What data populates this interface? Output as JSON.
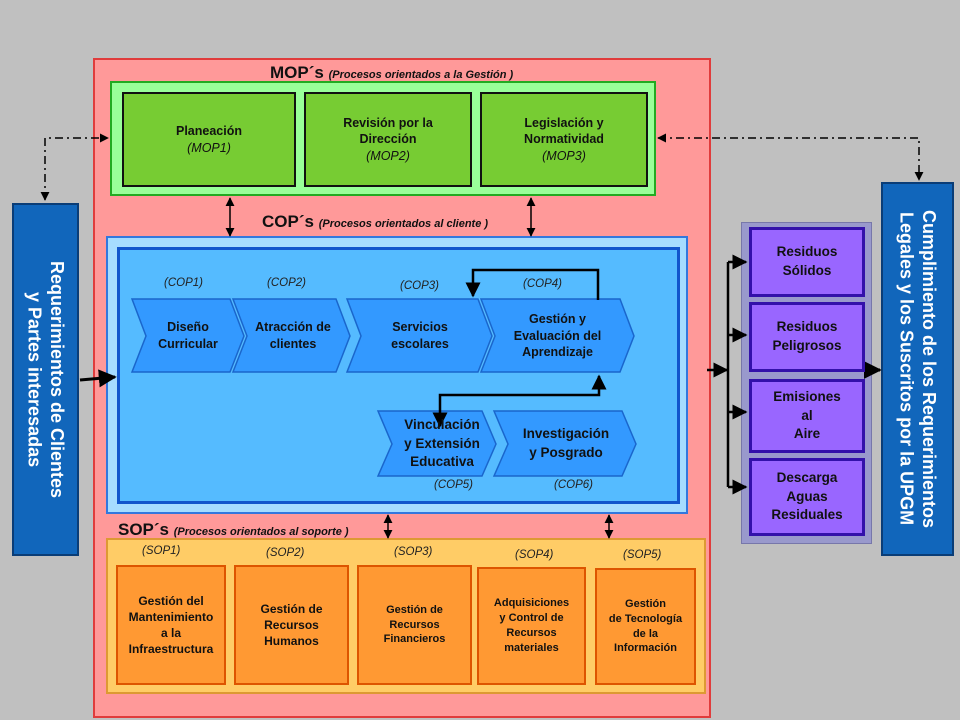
{
  "left_box": {
    "text": "Requerimientos  de Clientes\ny Partes interesadas"
  },
  "right_box": {
    "text": "Cumplimiento de los Requerimientos\nLegales y los Suscritos por la UPGM"
  },
  "mop": {
    "title": "MOP´s",
    "subtitle": "(Procesos orientados a la Gestión )",
    "boxes": [
      {
        "label": "Planeación",
        "code": "(MOP1)"
      },
      {
        "label": "Revisión por la\nDirección",
        "code": "(MOP2)"
      },
      {
        "label": "Legislación y\nNormatividad",
        "code": "(MOP3)"
      }
    ]
  },
  "cop": {
    "title": "COP´s",
    "subtitle": "(Procesos orientados al cliente )",
    "processes": [
      {
        "label": "Diseño\nCurricular",
        "code": "(COP1)"
      },
      {
        "label": "Atracción de\nclientes",
        "code": "(COP2)"
      },
      {
        "label": "Servicios\nescolares",
        "code": "(COP3)"
      },
      {
        "label": "Gestión y\nEvaluación del\nAprendizaje",
        "code": "(COP4)"
      },
      {
        "label": "Vinculación\ny Extensión\nEducativa",
        "code": "(COP5)"
      },
      {
        "label": "Investigación\ny  Posgrado",
        "code": "(COP6)"
      }
    ]
  },
  "sop": {
    "title": "SOP´s",
    "subtitle": "(Procesos orientados al soporte )",
    "boxes": [
      {
        "label": "Gestión del\nMantenimiento\na la\nInfraestructura",
        "code": "(SOP1)"
      },
      {
        "label": "Gestión de\nRecursos\nHumanos",
        "code": "(SOP2)"
      },
      {
        "label": "Gestión de\nRecursos\nFinancieros",
        "code": "(SOP3)"
      },
      {
        "label": "Adquisiciones\ny Control de\nRecursos\nmateriales",
        "code": "(SOP4)"
      },
      {
        "label": "Gestión\nde Tecnología\nde  la\nInformación",
        "code": "(SOP5)"
      }
    ]
  },
  "residues": [
    {
      "label": "Residuos\nSólidos"
    },
    {
      "label": "Residuos\nPeligrosos"
    },
    {
      "label": "Emisiones\nal\nAire"
    },
    {
      "label": "Descarga\nAguas\nResiduales"
    }
  ],
  "colors": {
    "background": "#c0c0c0",
    "outer_frame": "#ff9999",
    "mop_panel": "#99ff99",
    "mop_box": "#77cc33",
    "cop_panel": "#a6dcff",
    "cop_inner": "#55bbff",
    "chevron": "#3399ff",
    "sop_panel": "#ffcc66",
    "sop_box": "#ff9933",
    "residue_box": "#9966ff",
    "side_box": "#1166bb"
  }
}
